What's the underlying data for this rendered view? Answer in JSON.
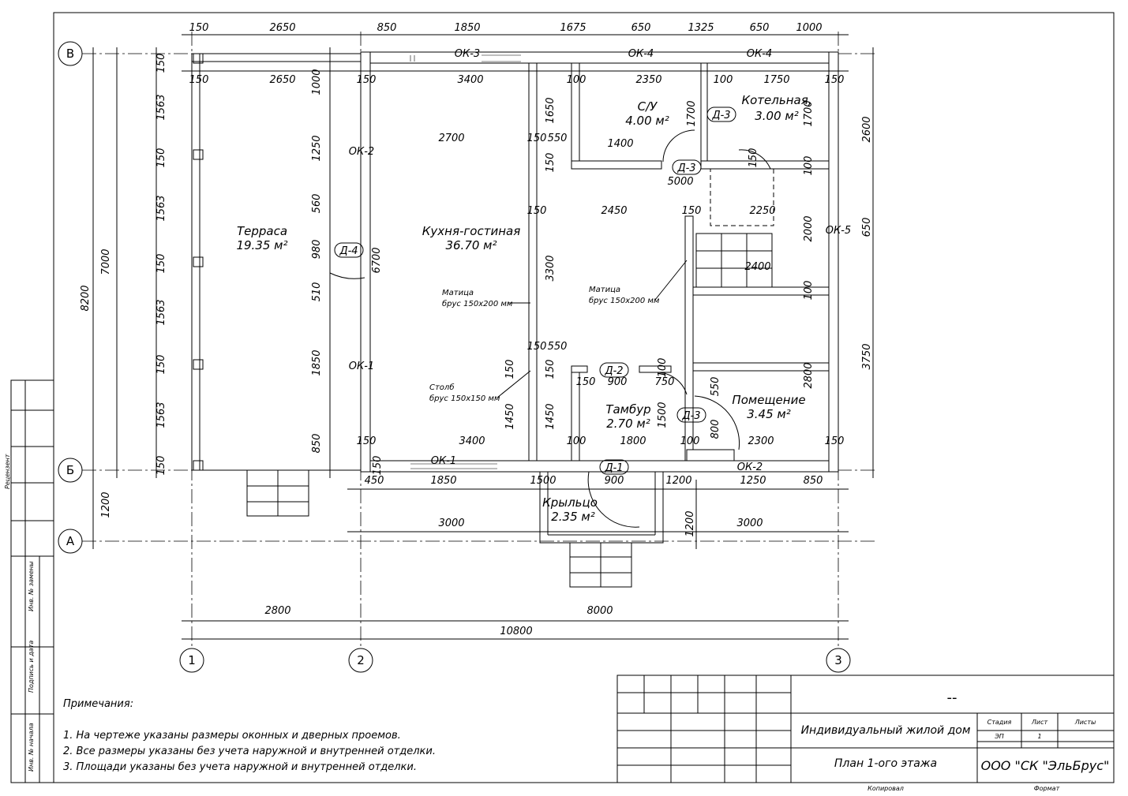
{
  "rooms": {
    "terrace": {
      "name": "Терраса",
      "area": "19.35 м²"
    },
    "kitchen": {
      "name": "Кухня-гостиная",
      "area": "36.70 м²"
    },
    "wc": {
      "name": "С/У",
      "area": "4.00 м²"
    },
    "boiler": {
      "name": "Котельная,",
      "area": "3.00 м²"
    },
    "vestibule": {
      "name": "Тамбур",
      "area": "2.70 м²"
    },
    "room": {
      "name": "Помещение",
      "area": "3.45 м²"
    },
    "porch": {
      "name": "Крыльцо",
      "area": "2.35 м²"
    }
  },
  "openings": {
    "ok1": "ОК-1",
    "ok1b": "ОК-1",
    "ok2": "ОК-2",
    "ok2b": "ОК-2",
    "ok3": "ОК-3",
    "ok4": "ОК-4",
    "ok4b": "ОК-4",
    "ok5": "ОК-5",
    "d1": "Д-1",
    "d2": "Д-2",
    "d3": "Д-3",
    "d3b": "Д-3",
    "d3c": "Д-3",
    "d4": "Д-4"
  },
  "annotations": {
    "beam1_a": "Матица",
    "beam1_b": "брус 150х200 мм",
    "beam2_a": "Матица",
    "beam2_b": "брус 150х200 мм",
    "post_a": "Столб",
    "post_b": "брус 150х150 мм"
  },
  "axes": {
    "v": "В",
    "b": "Б",
    "a": "А",
    "n1": "1",
    "n2": "2",
    "n3": "3"
  },
  "dims": {
    "top": [
      "150",
      "2650",
      "850",
      "1850",
      "1675",
      "650",
      "1325",
      "650",
      "1000"
    ],
    "inner_top": [
      "150",
      "2650",
      "150",
      "3400",
      "100",
      "2350",
      "100",
      "1750",
      "150"
    ],
    "left": [
      "150",
      "1563",
      "150",
      "1563",
      "150",
      "1563",
      "150",
      "1563",
      "150"
    ],
    "left_total_a": "8200",
    "left_total_b": "7000",
    "left_total_c": "1200",
    "terrace_right": [
      "1000",
      "1250",
      "560",
      "980",
      "510",
      "1850",
      "850"
    ],
    "kitchen_h": "6700",
    "d2700": "2700",
    "d150a": "150",
    "d550a": "550",
    "d1400": "1400",
    "d1650": "1650",
    "d150b": "150",
    "d1700": "1700",
    "d170": "1700",
    "d150c": "150",
    "d5000": "5000",
    "d100a": "100",
    "d150d": "150",
    "d2450": "2450",
    "d150e": "150",
    "d2250": "2250",
    "d3300": "3300",
    "d2400": "2400",
    "d2000": "2000",
    "d100b": "100",
    "r2600": "2600",
    "r650": "650",
    "r3750": "3750",
    "d150f": "150",
    "d550b": "550",
    "d150g": "150",
    "d100c": "100",
    "d150h": "150",
    "d900a": "900",
    "d750": "750",
    "d550c": "550",
    "d2800": "2800",
    "d1450a": "1450",
    "d1450b": "1450",
    "d1500": "1500",
    "d800": "800",
    "d150i": "150",
    "d3400": "3400",
    "d100d": "100",
    "d1800": "1800",
    "d100e": "100",
    "d2300": "2300",
    "d150j": "150",
    "d150k": "150",
    "d150l": "150",
    "bot": [
      "450",
      "1850",
      "1500",
      "900",
      "1200",
      "1250",
      "850"
    ],
    "b3000a": "3000",
    "b3000b": "3000",
    "b1200": "1200",
    "b2800": "2800",
    "b8000": "8000",
    "b10800": "10800"
  },
  "notes": {
    "title": "Примечания:",
    "n1": "1. На чертеже указаны размеры оконных и дверных проемов.",
    "n2": "2. Все размеры указаны без учета наружной и внутренней отделки.",
    "n3": "3. Площади указаны без учета наружной и внутренней отделки."
  },
  "stamp": {
    "code": "--",
    "project": "Индивидуальный жилой дом",
    "sheet": "План 1-ого этажа",
    "company": "ООО \"СК \"ЭльБрус\"",
    "stage_h": "Стадия",
    "sheet_h": "Лист",
    "sheets_h": "Листы",
    "stage": "ЭП",
    "sheet_no": "1",
    "copied": "Копировал",
    "format": "Формат"
  },
  "side": {
    "reviewer": "Рецензент",
    "inv_repl": "Инв. № замены",
    "sign_date": "Подпись и дата",
    "inv_orig": "Инв. № начала"
  }
}
